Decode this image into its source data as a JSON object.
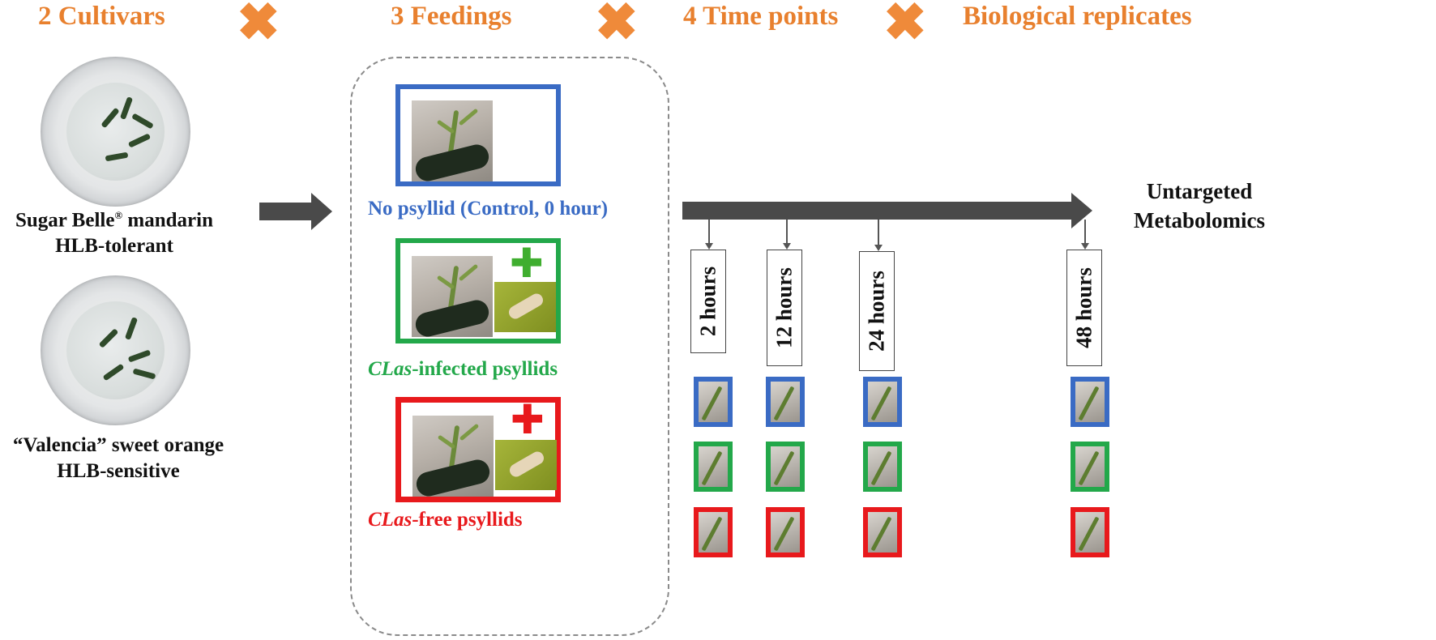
{
  "header": {
    "cultivars": "2 Cultivars",
    "feedings": "3 Feedings",
    "timepoints": "4 Time points",
    "replicates": "Biological replicates",
    "times_symbol": "✖"
  },
  "cultivars": [
    {
      "line1": "Sugar Belle",
      "mark": "®",
      "line1_suffix": " mandarin",
      "line2": "HLB-tolerant"
    },
    {
      "line1": "“Valencia” sweet orange",
      "line2": "HLB-sensitive"
    }
  ],
  "feedings": [
    {
      "label": "No psyllid (Control, 0 hour)",
      "italic": "",
      "color": "#3a6bc4",
      "plus": ""
    },
    {
      "label": "-infected psyllids",
      "italic": "CLas",
      "color": "#23a84a",
      "plus": "✚"
    },
    {
      "label": "-free psyllids",
      "italic": "CLas",
      "color": "#e8191c",
      "plus": "✚"
    }
  ],
  "timepoints": [
    "2 hours",
    "12 hours",
    "24 hours",
    "48 hours"
  ],
  "outcome": {
    "line1": "Untargeted",
    "line2": "Metabolomics"
  },
  "colors": {
    "accent": "#e8802e",
    "arrow": "#4a4a4a",
    "blue": "#3a6bc4",
    "green": "#23a84a",
    "red": "#e8191c"
  },
  "icons": [
    "petri-dish-icon",
    "plant-photo-icon",
    "psyllid-photo-icon",
    "plus-icon",
    "arrow-icon"
  ]
}
